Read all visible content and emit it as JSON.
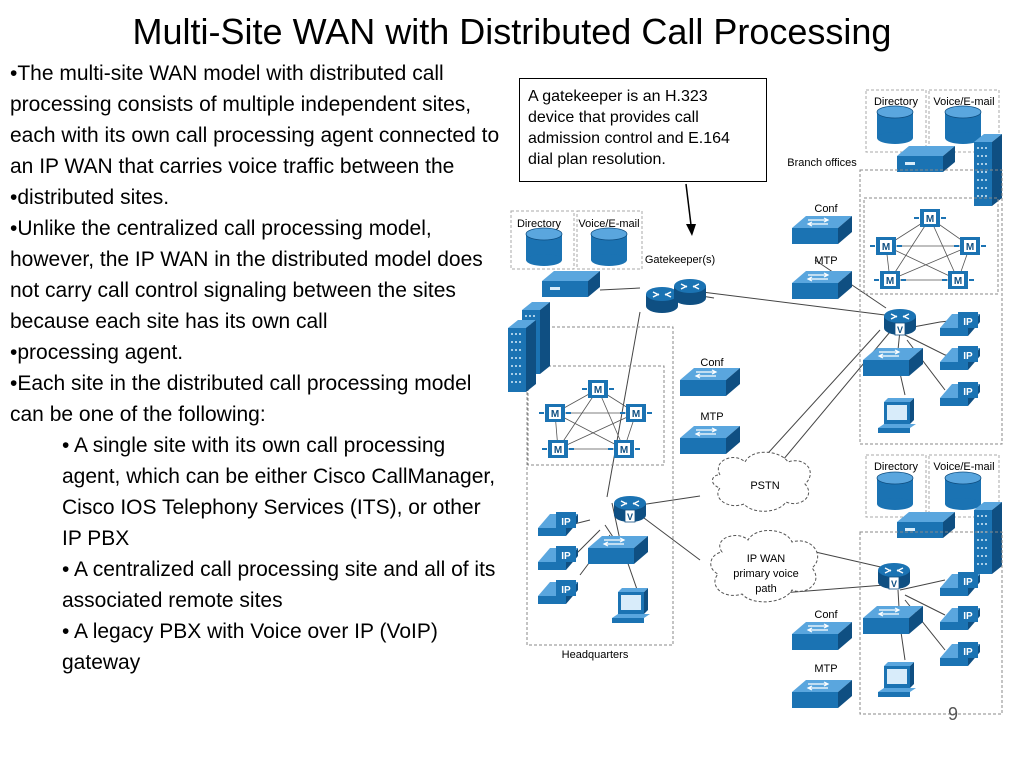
{
  "slide": {
    "title": "Multi-Site WAN with Distributed Call Processing",
    "page_number": "9",
    "bullets": [
      {
        "level": 1,
        "text": "•The multi-site WAN model with distributed call processing consists of multiple independent sites, each with its own call processing agent connected to an IP WAN that carries voice traffic between the"
      },
      {
        "level": 1,
        "text": "•distributed sites."
      },
      {
        "level": 1,
        "text": "•Unlike the centralized call processing model, however, the IP WAN in the distributed model does not carry call control signaling between the sites because each site has its own call"
      },
      {
        "level": 1,
        "text": "•processing agent."
      },
      {
        "level": 1,
        "text": "•Each site in the distributed call processing model can be one of the following:"
      },
      {
        "level": 2,
        "text": "• A single site with its own call processing agent, which can be either Cisco CallManager, Cisco IOS Telephony Services (ITS), or other IP PBX"
      },
      {
        "level": 2,
        "text": "• A centralized call processing site and all of its associated remote sites"
      },
      {
        "level": 2,
        "text": "• A legacy PBX with Voice over IP (VoIP) gateway"
      }
    ],
    "callout": "A gatekeeper is an H.323 device that provides call admission control and E.164 dial plan resolution."
  },
  "diagram": {
    "labels": {
      "directory": "Directory",
      "voicemail": "Voice/E-mail",
      "gatekeeper": "Gatekeeper(s)",
      "conf": "Conf",
      "mtp": "MTP",
      "pstn": "PSTN",
      "ipwan_1": "IP WAN",
      "ipwan_2": "primary voice",
      "ipwan_3": "path",
      "headquarters": "Headquarters",
      "branch_offices": "Branch offices",
      "ip_badge": "IP",
      "m_badge": "M",
      "v_badge": "V"
    },
    "colors": {
      "device": "#1b73b3",
      "device_dark": "#0f4f82",
      "device_light": "#5aa6de",
      "dashed_border": "#888888"
    }
  }
}
